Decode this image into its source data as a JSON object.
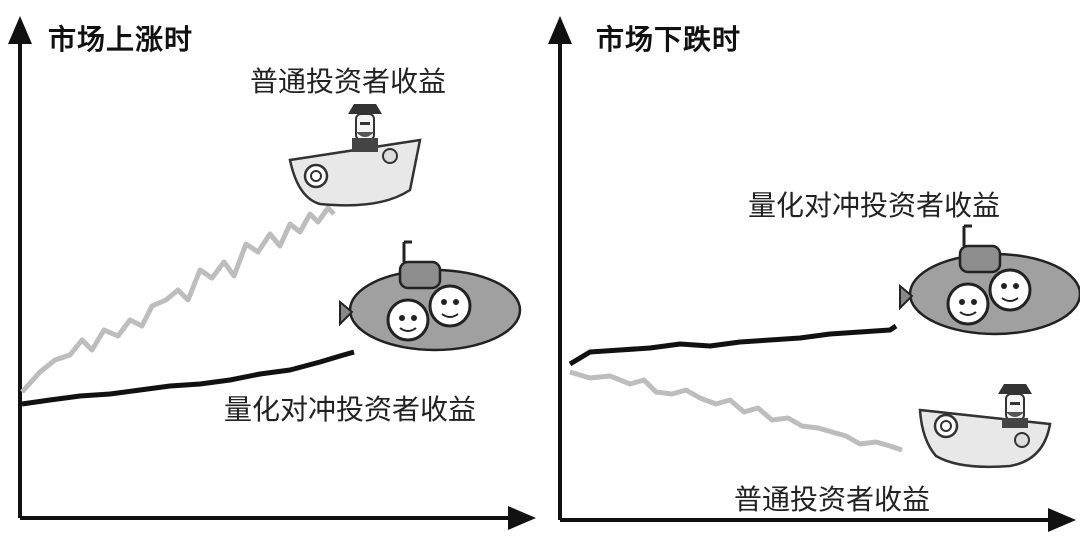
{
  "panels": [
    {
      "title": "市场上涨时",
      "retail_label": "普通投资者收益",
      "quant_label": "量化对冲投资者收益"
    },
    {
      "title": "市场下跌时",
      "quant_label": "量化对冲投资者收益",
      "retail_label": "普通投资者收益"
    }
  ],
  "colors": {
    "axis": "#111111",
    "quant_line": "#111111",
    "retail_line": "#bdbdbd",
    "boat_hull": "#e8e8e8",
    "submarine": "#9a9a9a"
  },
  "icons": [
    "boat-icon",
    "submarine-icon"
  ]
}
